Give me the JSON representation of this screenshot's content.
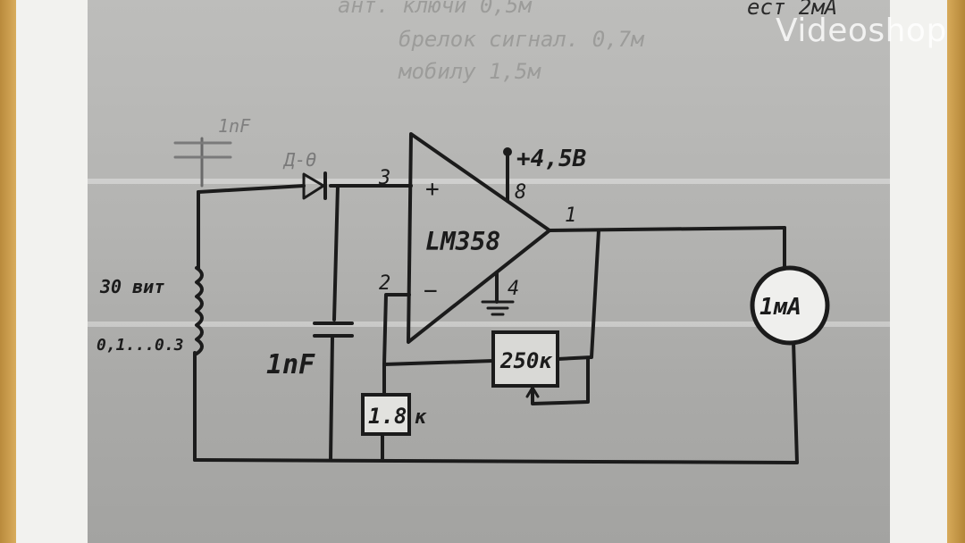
{
  "watermark": "Videoshop",
  "notes": {
    "line1": "ант. ключи 0,5м",
    "line2": "брелок сигнал. 0,7м",
    "line3": "мобилу 1,5м",
    "corner": "ест 2мА"
  },
  "labels": {
    "capacitor_top": "1nF",
    "diode": "Д-Ө",
    "pin3": "3",
    "plus": "+",
    "minus": "−",
    "supply": "+4,5В",
    "pin8": "8",
    "pin1": "1",
    "pin2": "2",
    "pin4": "4",
    "chip": "LM358",
    "coil_turns": "30 вит",
    "coil_wire": "0,1...0.3",
    "capacitor_bottom": "1nF",
    "meter": "1мА",
    "pot": "250к",
    "resistor_value": "1.8",
    "resistor_unit": "к"
  }
}
